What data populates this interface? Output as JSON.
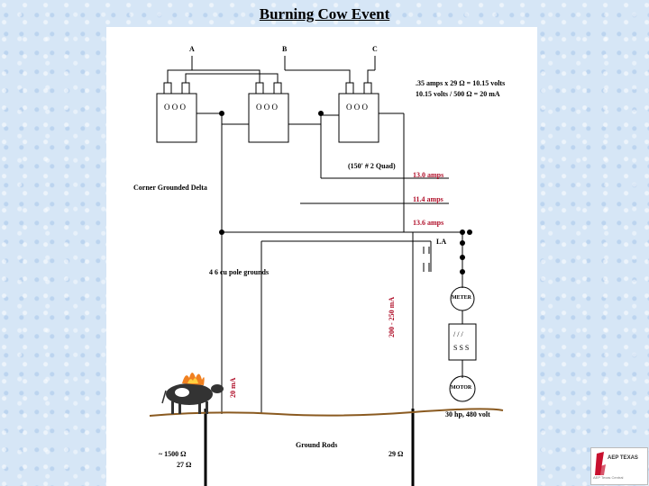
{
  "slide": {
    "title": "Burning Cow Event"
  },
  "diagram": {
    "transformer_labels": [
      "A",
      "B",
      "C"
    ],
    "calc_line1": ".35 amps x 29 Ω = 10.15 volts",
    "calc_line2": "10.15 volts / 500 Ω = 20 mA",
    "quad_label": "(150' # 2 Quad)",
    "current_1": "13.0 amps",
    "current_2": "11.4 amps",
    "current_3": "13.6 amps",
    "delta_label": "Corner Grounded Delta",
    "pole_grounds": "4 6 cu pole grounds",
    "vertical_current": "200 - 250 mA",
    "cow_current": "20 mA",
    "meter_label": "METER",
    "motor_label": "MOTOR",
    "motor_rating": "30 hp, 480 volt",
    "ground_rods": "Ground Rods",
    "res_left_1": "~ 1500 Ω",
    "res_left_2": "27 Ω",
    "res_right": "29 Ω",
    "la_label": "LA",
    "switch_marks": "/ / /",
    "fuse_marks": "S S S"
  },
  "logo": {
    "text": "AEP TEXAS",
    "subtext": "AEP Texas Central"
  },
  "colors": {
    "background": "#d6e6f6",
    "label_red": "#b0102a",
    "flame": "#f08020"
  }
}
